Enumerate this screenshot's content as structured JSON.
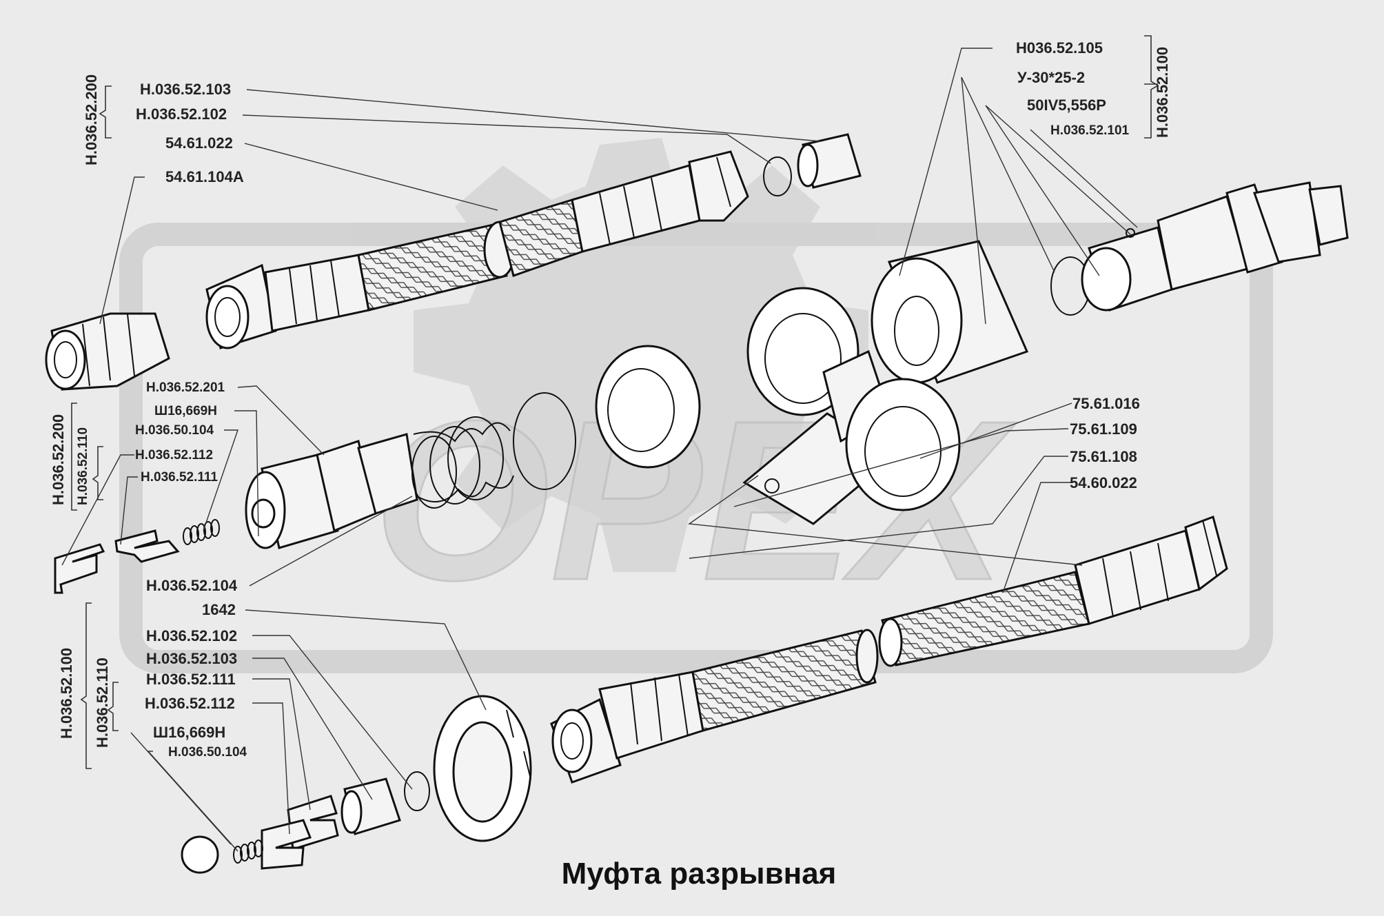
{
  "title": "Муфта разрывная",
  "watermark": "ОРЕХ",
  "labels": {
    "l_103_top": "Н.036.52.103",
    "l_102_top": "Н.036.52.102",
    "l_54_61_022": "54.61.022",
    "l_54_61_104A": "54.61.104А",
    "l_105": "Н036.52.105",
    "l_u30": "У-30*25-2",
    "l_50iv": "50IV5,556Р",
    "l_101": "Н.036.52.101",
    "l_201": "Н.036.52.201",
    "l_sh_top": "Ш16,669Н",
    "l_50_104_top": "Н.036.50.104",
    "l_112_top": "Н.036.52.112",
    "l_111_top": "Н.036.52.111",
    "l_104_mid": "Н.036.52.104",
    "l_1642": "1642",
    "l_102_bot": "Н.036.52.102",
    "l_103_bot": "Н.036.52.103",
    "l_111_bot": "Н.036.52.111",
    "l_112_bot": "Н.036.52.112",
    "l_sh_bot": "Ш16,669Н",
    "l_50_104_bot": "Н.036.50.104",
    "l_75_016": "75.61.016",
    "l_75_109": "75.61.109",
    "l_75_108": "75.61.108",
    "l_54_60_022": "54.60.022"
  },
  "groups": {
    "g_top_left": "Н.036.52.200",
    "g_top_right": "Н.036.52.100",
    "g_mid_200": "Н.036.52.200",
    "g_mid_110": "Н.036.52.110",
    "g_bot_100": "Н.036.52.100",
    "g_bot_110": "Н.036.52.110"
  }
}
